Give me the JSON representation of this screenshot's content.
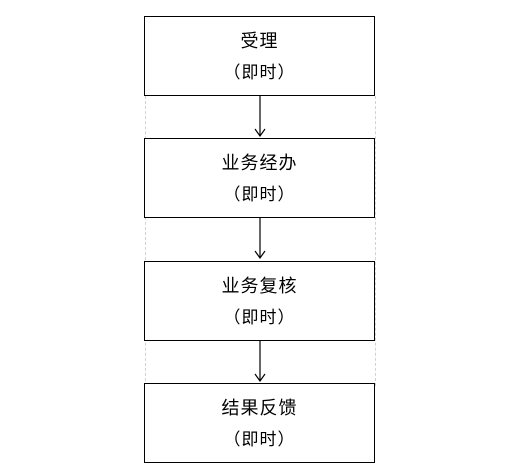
{
  "flowchart": {
    "steps": [
      {
        "title": "受理",
        "timing": "（即时）"
      },
      {
        "title": "业务经办",
        "timing": "（即时）"
      },
      {
        "title": "业务复核",
        "timing": "（即时）"
      },
      {
        "title": "结果反馈",
        "timing": "（即时）"
      }
    ]
  }
}
